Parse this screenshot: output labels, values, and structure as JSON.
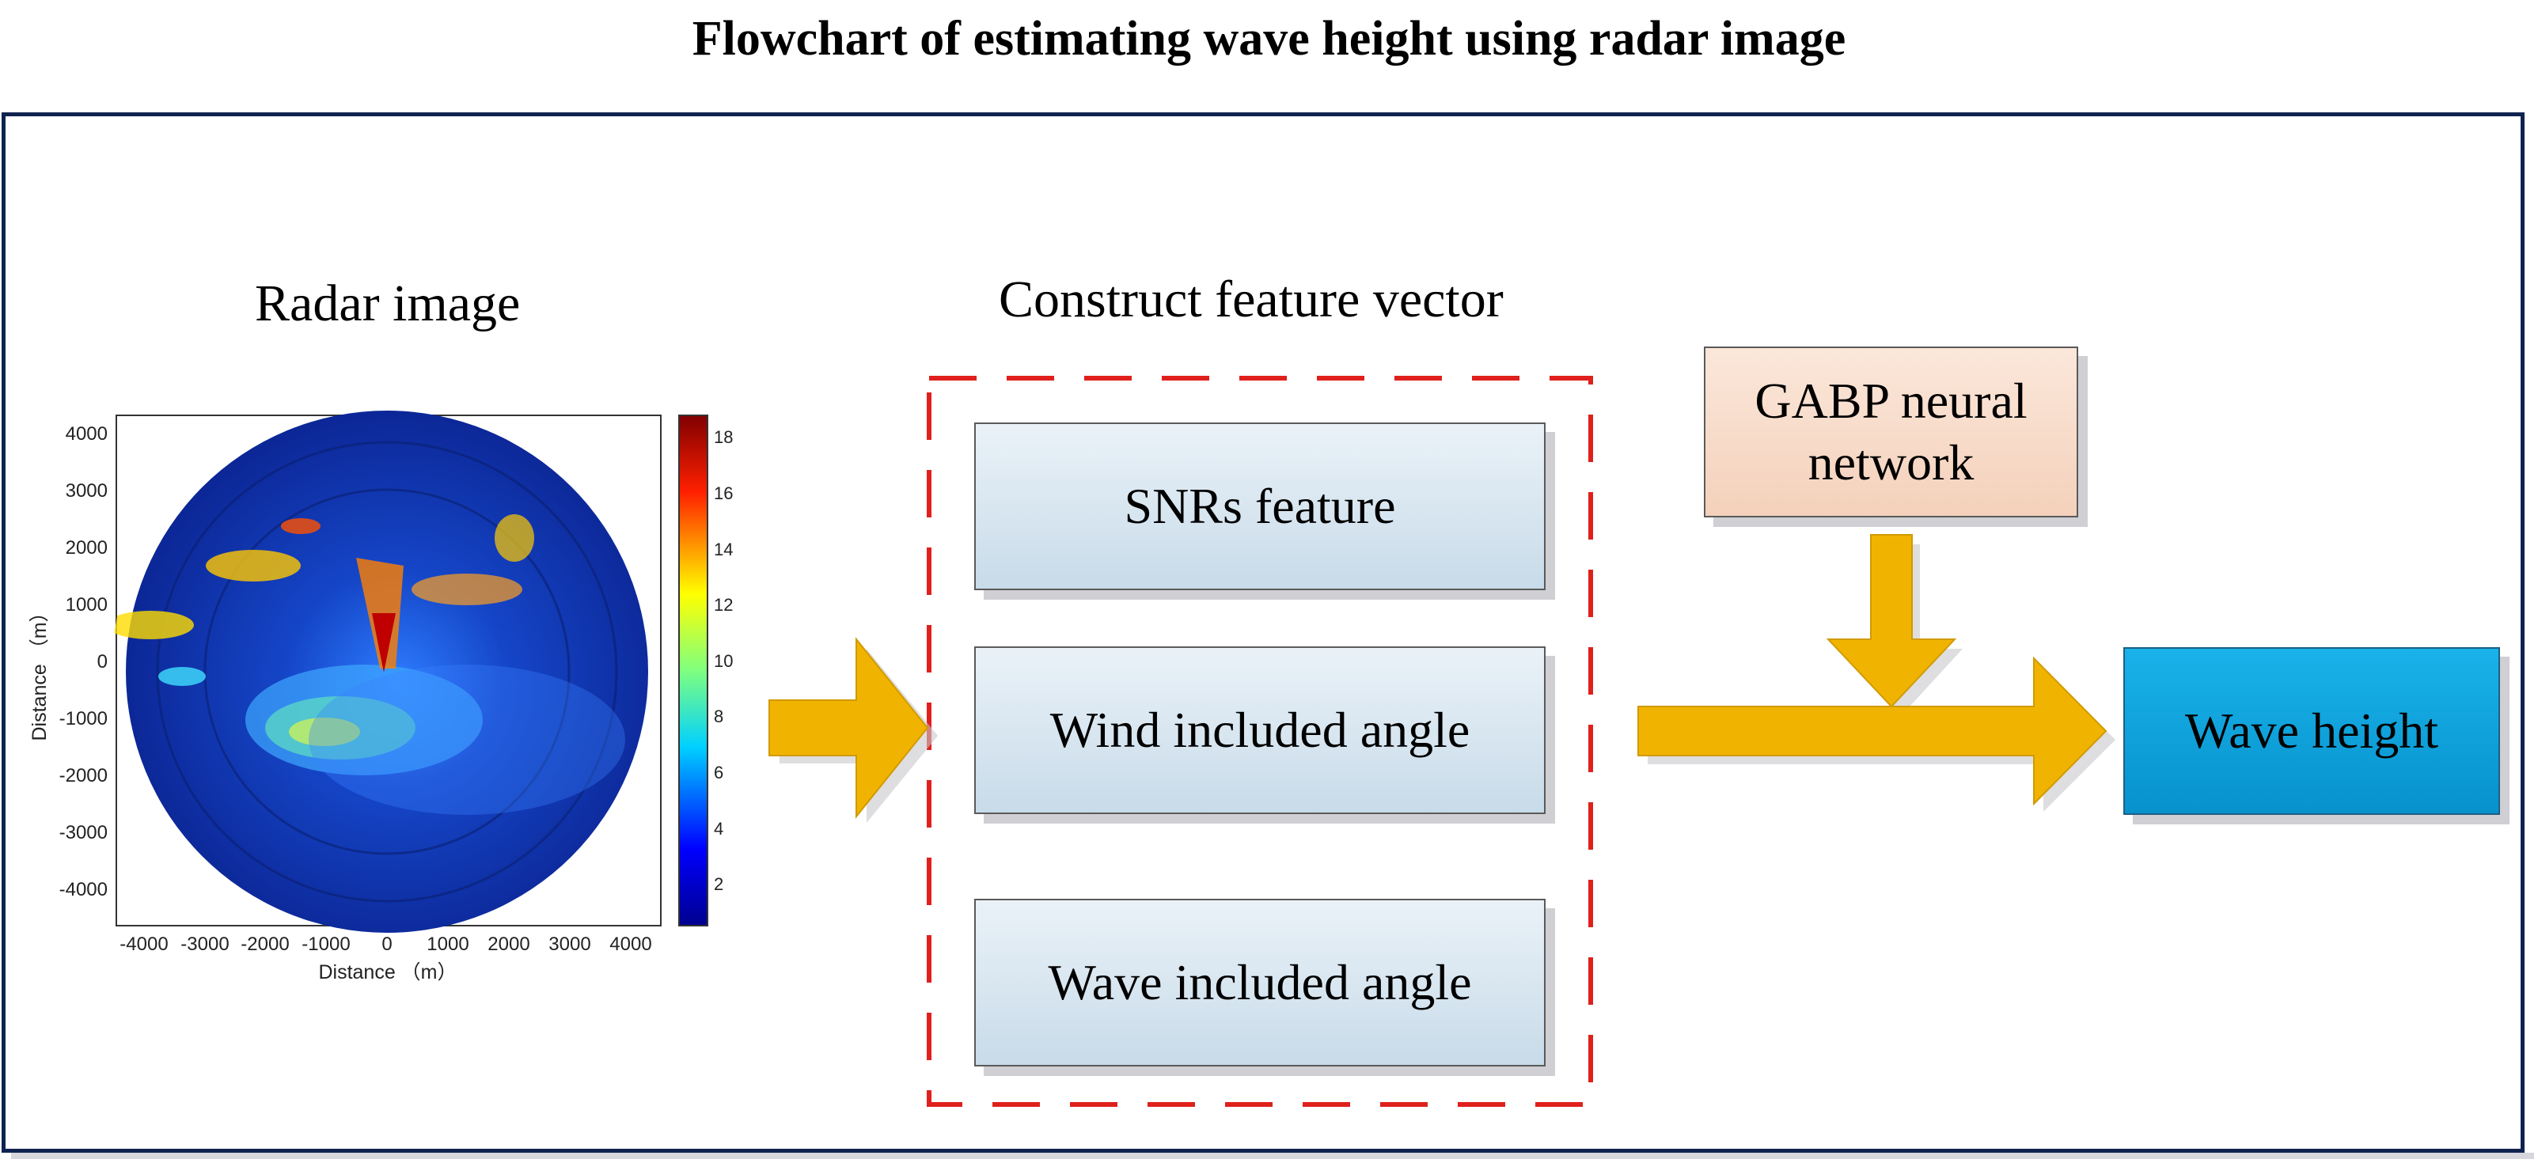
{
  "title": "Flowchart of estimating wave height using radar image",
  "sections": {
    "radar": "Radar image",
    "feature": "Construct feature vector"
  },
  "boxes": {
    "snr": "SNRs feature",
    "wind": "Wind included angle",
    "wave": "Wave included angle",
    "gabp": "GABP neural network",
    "height": "Wave height"
  },
  "radar_plot": {
    "y_ticks": [
      "4000",
      "3000",
      "2000",
      "1000",
      "0",
      "-1000",
      "-2000",
      "-3000",
      "-4000"
    ],
    "x_ticks": [
      "-4000",
      "-3000",
      "-2000",
      "-1000",
      "0",
      "1000",
      "2000",
      "3000",
      "4000"
    ],
    "colorbar_ticks": [
      "18",
      "16",
      "14",
      "12",
      "10",
      "8",
      "6",
      "4",
      "2"
    ],
    "xlabel": "Distance （m）",
    "ylabel": "Distance （m）"
  },
  "colors": {
    "frame": "#0f2350",
    "arrow": "#f0b400",
    "dash": "#e0201c",
    "radar_background": "#0a1f8a"
  }
}
